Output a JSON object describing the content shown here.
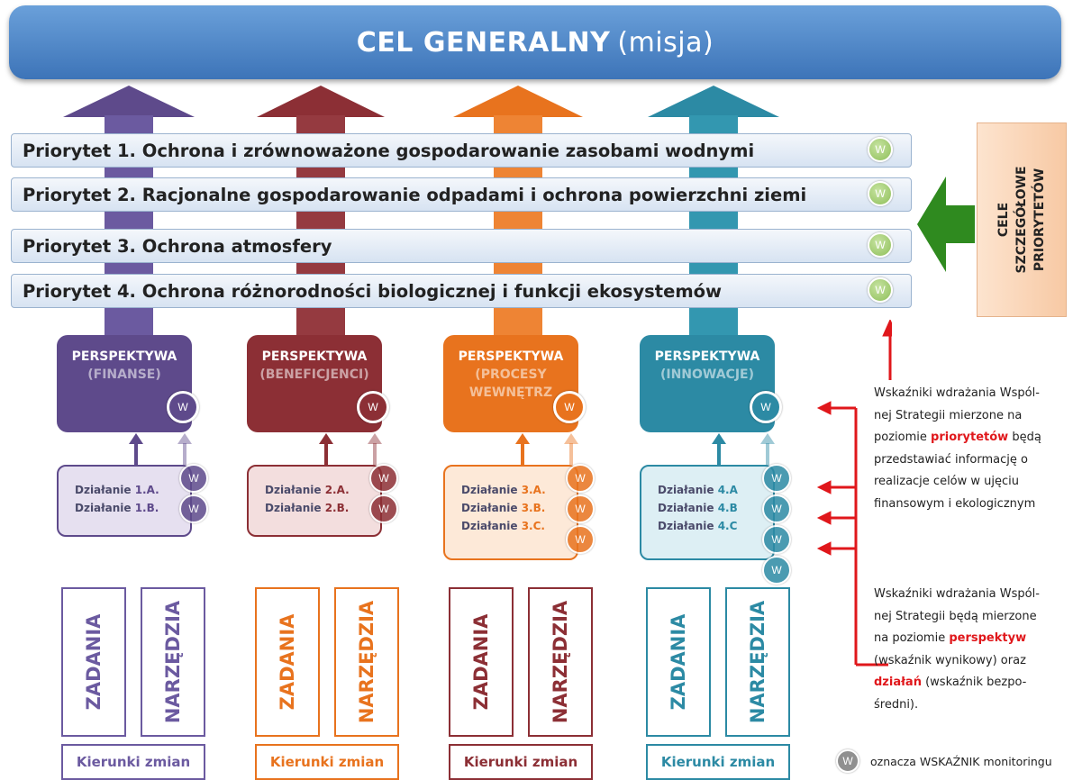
{
  "header": {
    "title_bold": "CEL GENERALNY",
    "title_rest": "(misja)"
  },
  "priorities": [
    "Priorytet 1. Ochrona i zrównoważone gospodarowanie zasobami wodnymi",
    "Priorytet 2. Racjonalne gospodarowanie odpadami i ochrona powierzchni ziemi",
    "Priorytet 3. Ochrona atmosfery",
    "Priorytet 4. Ochrona różnorodności biologicznej i funkcji ekosystemów"
  ],
  "w_label": "W",
  "side_box": {
    "line1": "CELE",
    "line2": "SZCZEGÓŁOWE",
    "line3": "PRIORYTETÓW"
  },
  "perspectives": [
    {
      "title": "PERSPEKTYWA",
      "sub1": "(FINANSE)",
      "sub2": "",
      "color": "#5e4a8b",
      "light": "#e6e0f0",
      "accent": "#5e4a8b",
      "actions": [
        {
          "pre": "Działanie ",
          "num": "1.A."
        },
        {
          "pre": "Działanie ",
          "num": "1.B."
        }
      ]
    },
    {
      "title": "PERSPEKTYWA",
      "sub1": "(BENEFICJENCI)",
      "sub2": "",
      "color": "#8c2f35",
      "light": "#f3dede",
      "accent": "#8c2f35",
      "actions": [
        {
          "pre": "Działanie ",
          "num": "2.A."
        },
        {
          "pre": "Działanie ",
          "num": "2.B."
        }
      ]
    },
    {
      "title": "PERSPEKTYWA",
      "sub1": "(PROCESY",
      "sub2": "WEWNĘTRZ",
      "color": "#e8731e",
      "light": "#fde9d8",
      "accent": "#e8731e",
      "actions": [
        {
          "pre": "Działanie ",
          "num": "3.A."
        },
        {
          "pre": "Działanie ",
          "num": "3.B."
        },
        {
          "pre": "Działanie ",
          "num": "3.C."
        }
      ]
    },
    {
      "title": "PERSPEKTYWA",
      "sub1": "(INNOWACJE)",
      "sub2": "",
      "color": "#2c8aa4",
      "light": "#ddeff4",
      "accent": "#2c8aa4",
      "actions": [
        {
          "pre": "Działanie ",
          "num": "4.A"
        },
        {
          "pre": "Działanie ",
          "num": "4.B"
        },
        {
          "pre": "Działanie ",
          "num": "4.C"
        }
      ]
    }
  ],
  "bottom_groups": [
    {
      "col1": "ZADANIA",
      "col2": "NARZĘDZIA",
      "kier": "Kierunki zmian",
      "color": "#6b5aa0"
    },
    {
      "col1": "ZADANIA",
      "col2": "NARZĘDZIA",
      "kier": "Kierunki zmian",
      "color": "#e8731e"
    },
    {
      "col1": "ZADANIA",
      "col2": "NARZĘDZIA",
      "kier": "Kierunki zmian",
      "color": "#8c2f35"
    },
    {
      "col1": "ZADANIA",
      "col2": "NARZĘDZIA",
      "kier": "Kierunki zmian",
      "color": "#2c8aa4"
    }
  ],
  "note1": {
    "l1": "Wskaźniki wdrażania Wspól-",
    "l2": "nej Strategii mierzone na",
    "l3a": "poziomie ",
    "l3b": "priorytetów",
    "l3c": " będą",
    "l4": "przedstawiać informację o",
    "l5": "realizacje celów w ujęciu",
    "l6": "finansowym i ekologicznym"
  },
  "note2": {
    "l1": "Wskaźniki wdrażania Wspól-",
    "l2": "nej Strategii będą mierzone",
    "l3a": "na poziomie ",
    "l3b": "perspektyw",
    "l4": "(wskaźnik wynikowy) oraz",
    "l5a": "działań",
    "l5b": " (wskaźnik bezpo-",
    "l6": "średni)."
  },
  "legend": "oznacza WSKAŹNIK monitoringu"
}
